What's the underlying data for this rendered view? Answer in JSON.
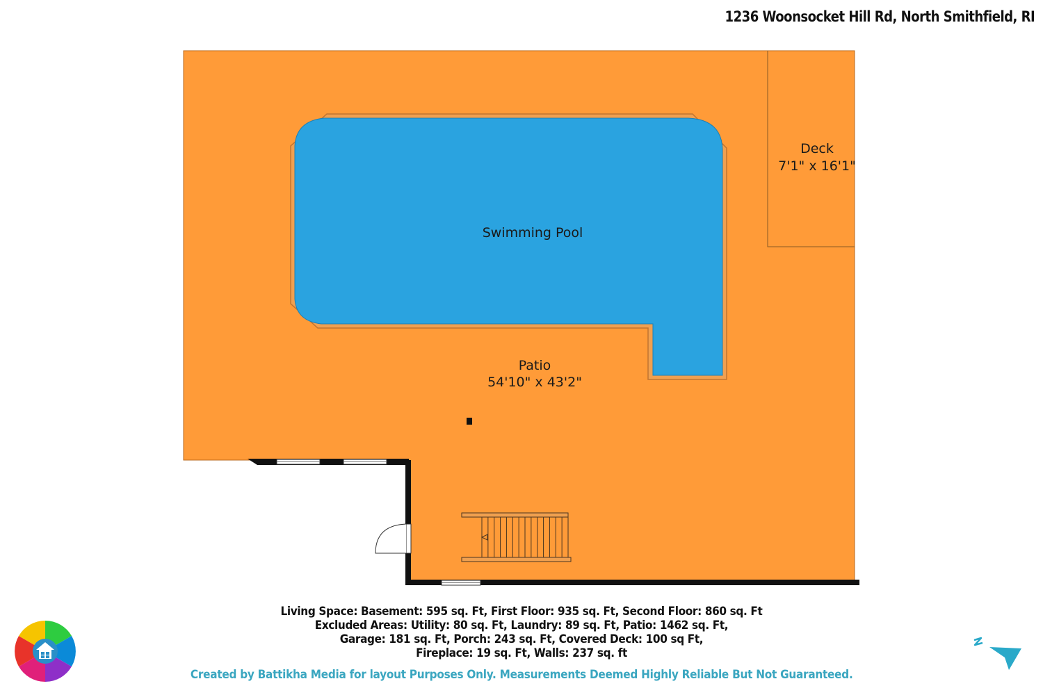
{
  "address": "1236 Woonsocket Hill Rd, North Smithfield, RI",
  "rooms": {
    "pool": {
      "name": "Swimming Pool"
    },
    "patio": {
      "name": "Patio",
      "dimensions": "54'10\" x 43'2\""
    },
    "deck": {
      "name": "Deck",
      "dimensions": "7'1\" x 16'1\""
    }
  },
  "colors": {
    "patio_fill": "#FF9B38",
    "pool_fill": "#2AA3E0",
    "wall": "#111111",
    "credit": "#3AA6C0"
  },
  "summary_lines": [
    "Living Space: Basement: 595 sq. Ft, First Floor: 935 sq. Ft, Second Floor: 860 sq. Ft",
    "Excluded Areas: Utility: 80 sq. Ft, Laundry: 89 sq. Ft, Patio: 1462 sq. Ft,",
    "Garage: 181 sq. Ft, Porch: 243 sq. Ft, Covered Deck: 100 sq Ft,",
    "Fireplace: 19 sq. Ft, Walls: 237 sq. ft"
  ],
  "credit": "Created by Battikha Media for layout Purposes Only. Measurements Deemed Highly Reliable But Not Guaranteed.",
  "icons": {
    "logo": "house-logo-icon",
    "north": "north-arrow-icon"
  }
}
